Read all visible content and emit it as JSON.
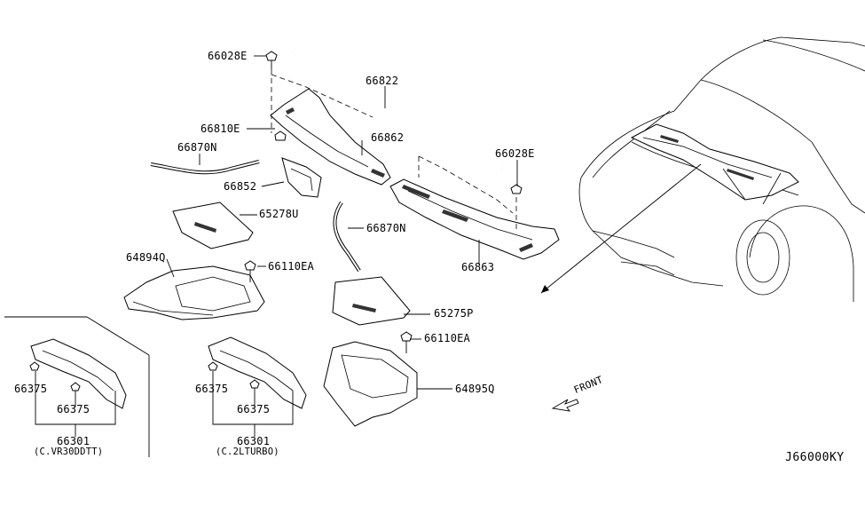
{
  "diagram_code": "J66000KY",
  "front_label": "FRONT",
  "callouts": {
    "c66028E_top": "66028E",
    "c66822": "66822",
    "c66810E": "66810E",
    "c66862": "66862",
    "c66870N_left": "66870N",
    "c66028E_right": "66028E",
    "c66852": "66852",
    "c65278U": "65278U",
    "c66870N_mid": "66870N",
    "c64894Q": "64894Q",
    "c66110EA_top": "66110EA",
    "c66863": "66863",
    "c65275P": "65275P",
    "c66110EA_bottom": "66110EA",
    "c64895Q": "64895Q"
  },
  "variant_a": {
    "clip_upper": "66375",
    "clip_lower": "66375",
    "assembly": "66301",
    "note": "(C.VR30DDTT)"
  },
  "variant_b": {
    "clip_upper": "66375",
    "clip_lower": "66375",
    "assembly": "66301",
    "note": "(C.2LTURBO)"
  }
}
